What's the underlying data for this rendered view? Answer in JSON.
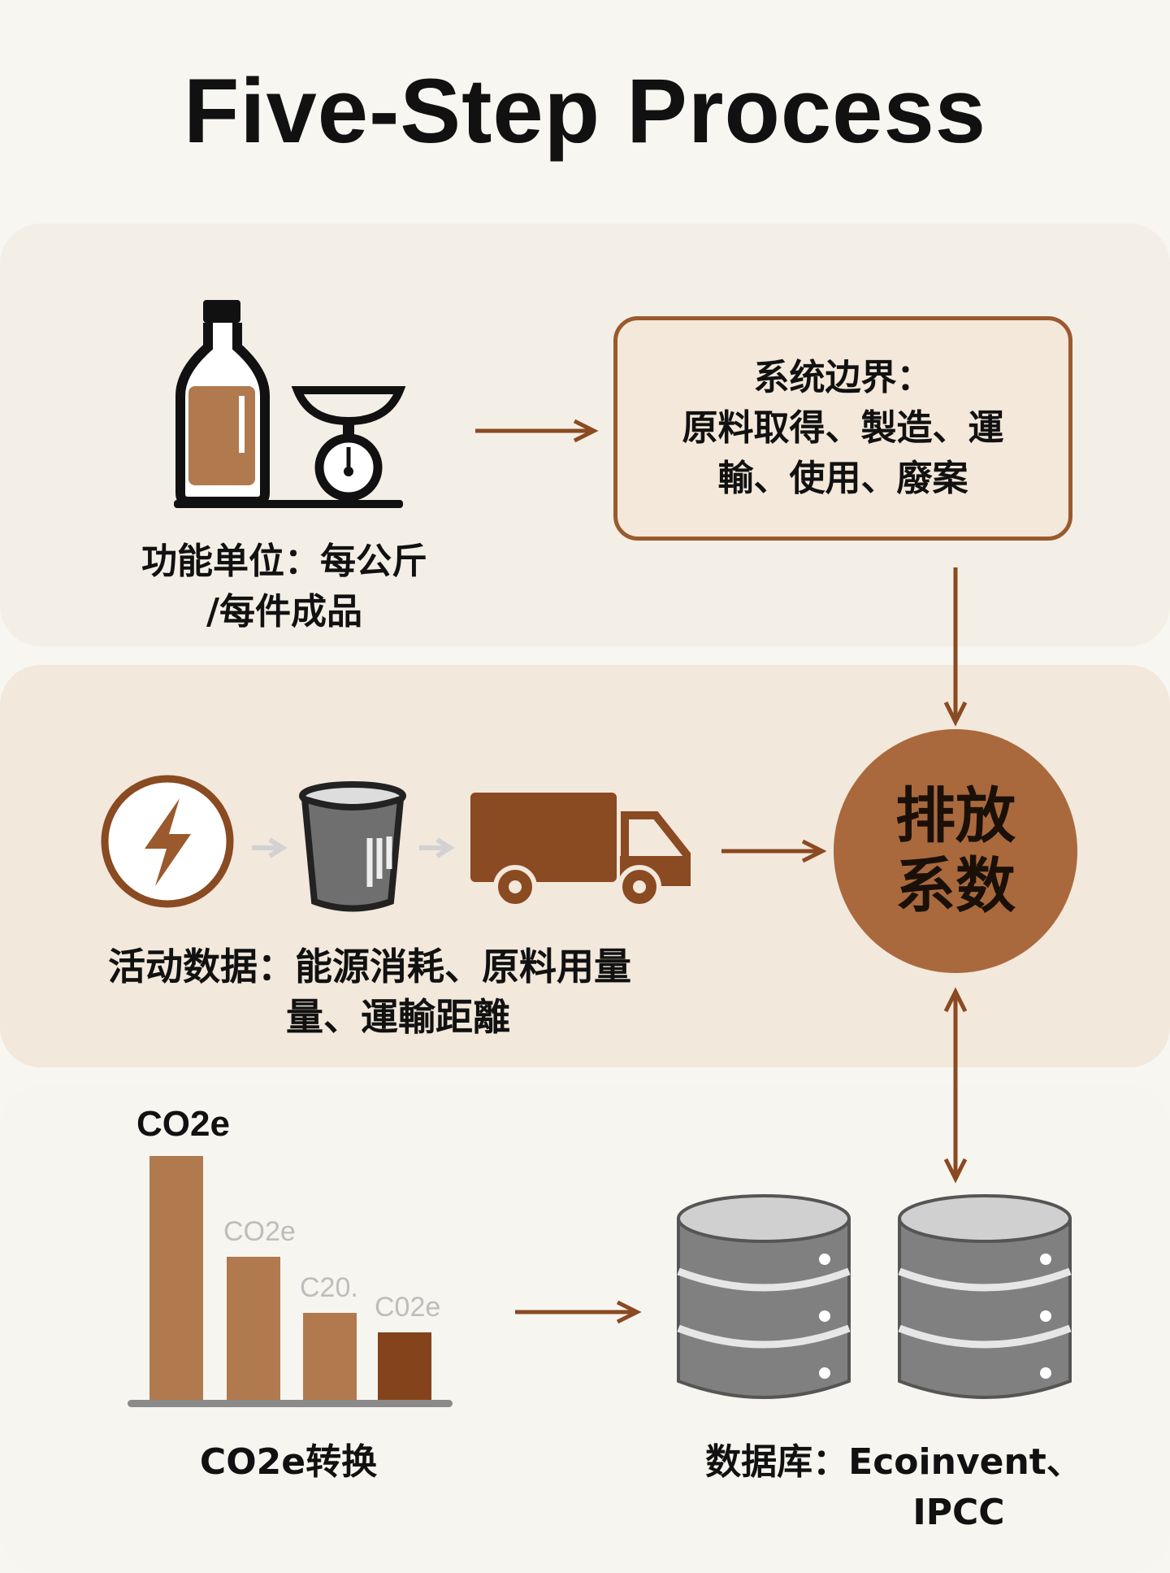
{
  "title": "Five-Step Process",
  "step1": {
    "label_line1": "功能单位：每公斤",
    "label_line2": "/每件成品",
    "icons": [
      "bottle-icon",
      "weighing-scale-icon"
    ]
  },
  "step2": {
    "line1": "系统边界：",
    "line2": "原料取得、製造、運",
    "line3": "輸、使用、廢案"
  },
  "step3": {
    "line1": "排放",
    "line2": "系数"
  },
  "step4": {
    "label_line1": "活动数据：能源消耗、原料用量",
    "label_line2": "量、運輸距離",
    "icons": [
      "lightning-icon",
      "bucket-icon",
      "truck-icon"
    ]
  },
  "step5": {
    "label": "CO2e转换"
  },
  "database": {
    "label_line1": "数据库：Ecoinvent、",
    "label_line2": "IPCC",
    "icons": [
      "database-icon",
      "database-icon"
    ]
  },
  "chart_data": {
    "type": "bar",
    "categories": [
      "CO2e",
      "CO2e",
      "C20.",
      "C02e"
    ],
    "values": [
      100,
      59,
      36,
      28
    ],
    "colors": [
      "#b07a4e",
      "#b07a4e",
      "#b07a4e",
      "#84431a"
    ]
  },
  "colors": {
    "accent": "#9a5a2e",
    "circle": "#a9693d",
    "band": "#f3ebe0",
    "grey": "#7d7d7d"
  }
}
